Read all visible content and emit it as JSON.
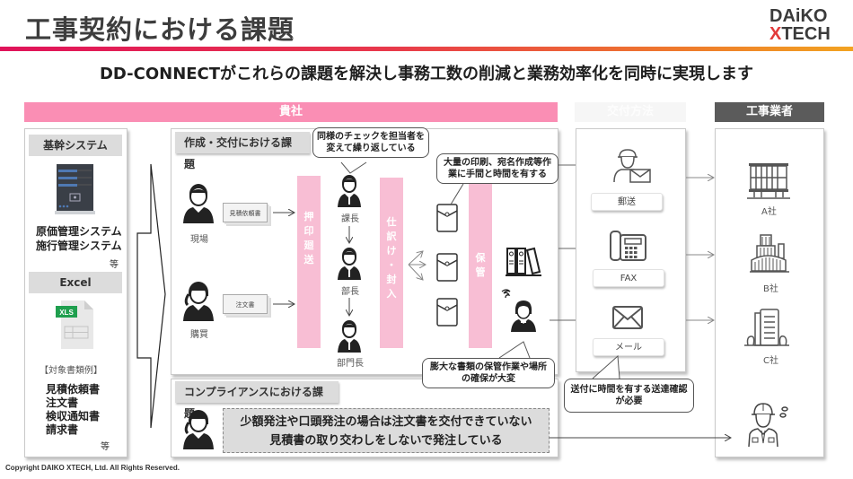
{
  "header": {
    "title": "工事契約における課題",
    "logo_line1": "DAiKO",
    "logo_line2_x": "X",
    "logo_line2_rest": "TECH",
    "subtitle": "DD-CONNECTがこれらの課題を解決し事務工数の削減と業務効率化を同時に実現します"
  },
  "bands": {
    "kisha": "貴社",
    "koufu": "交付方法",
    "gyosha": "工事業者"
  },
  "left_panel": {
    "system_heading": "基幹システム",
    "system_icon": "server-icon",
    "systems": [
      "原価管理システム",
      "施行管理システム"
    ],
    "systems_etc": "等",
    "excel_heading": "Excel",
    "excel_icon": "xls-file-icon",
    "excel_badge": "XLS",
    "doc_examples_label": "【対象書類例】",
    "documents": [
      "見積依頼書",
      "注文書",
      "検収通知書",
      "請求書"
    ],
    "documents_etc": "等"
  },
  "sakusei": {
    "heading": "作成・交付における課題",
    "actors": [
      {
        "label": "現場",
        "icon": "male-person-icon",
        "document": "見積依頼書"
      },
      {
        "label": "購買",
        "icon": "female-person-icon",
        "document": "注文書"
      }
    ],
    "stamp_bar": [
      "押",
      "印",
      "廻",
      "送"
    ],
    "approvers": [
      "課長",
      "部長",
      "部門長"
    ],
    "sort_bar": [
      "仕",
      "訳",
      "け",
      "・",
      "封",
      "入"
    ],
    "storage_bar": [
      "保",
      "管"
    ],
    "bubble_check": "同様のチェックを担当者を変えて繰り返している",
    "bubble_print": "大量の印刷、宛名作成等作業に手間と時間を有する",
    "bubble_storage": "膨大な書類の保管作業や場所の確保が大変"
  },
  "compliance": {
    "heading": "コンプライアンスにおける課題",
    "line1": "少額発注や口頭発注の場合は注文書を交付できていない",
    "line2": "見積書の取り交わしをしないで発注している"
  },
  "koufu": {
    "methods": [
      {
        "label": "郵送",
        "icon": "mail-carrier-icon"
      },
      {
        "label": "FAX",
        "icon": "fax-phone-icon"
      },
      {
        "label": "メール",
        "icon": "envelope-icon"
      }
    ],
    "bubble": "送付に時間を有する送達確認が必要"
  },
  "gyosha": {
    "companies": [
      {
        "label": "A社",
        "icon": "building-a-icon"
      },
      {
        "label": "B社",
        "icon": "building-b-icon"
      },
      {
        "label": "C社",
        "icon": "building-c-icon"
      }
    ],
    "worker_icon": "construction-worker-icon"
  },
  "footer": {
    "copyright": "Copyright DAIKO XTECH, Ltd. All Rights Reserved."
  }
}
